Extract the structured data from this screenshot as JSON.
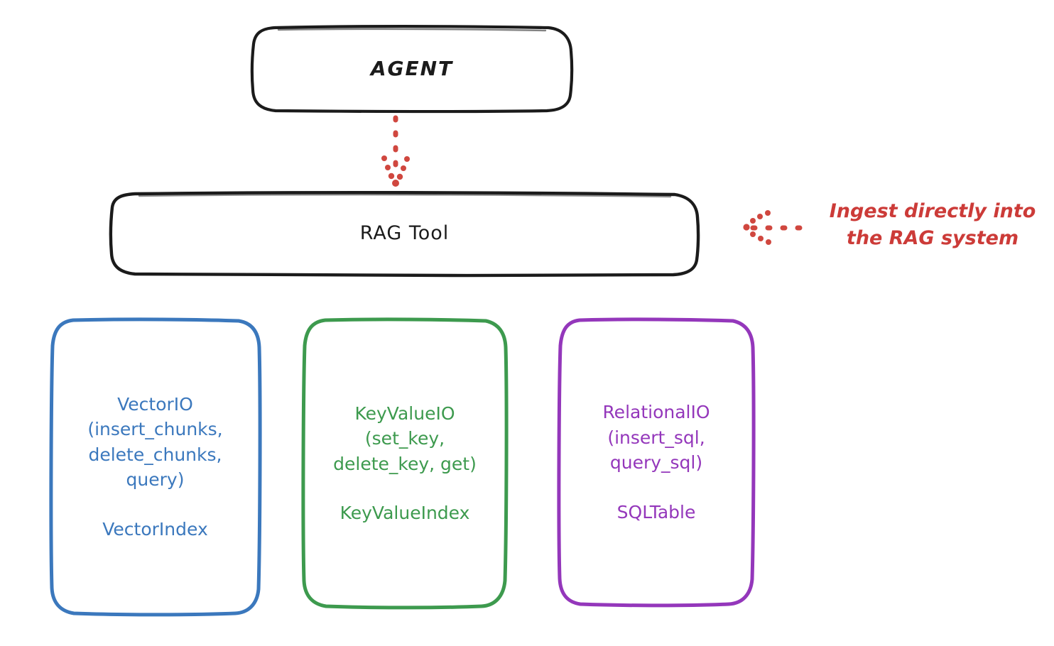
{
  "diagram": {
    "title": "RAG Tool architecture diagram",
    "colors": {
      "outline": "#1b1b1b",
      "vector": "#3b78bd",
      "keyvalue": "#3d9a4e",
      "relational": "#9437bb",
      "annotation": "#cc3b38",
      "background": "#ffffff"
    },
    "nodes": {
      "agent": {
        "label": "AGENT"
      },
      "rag_tool": {
        "label": "RAG Tool"
      },
      "vector": {
        "api_label": "VectorIO\n(insert_chunks,\ndelete_chunks,\nquery)",
        "index_label": "VectorIndex"
      },
      "keyvalue": {
        "api_label": "KeyValueIO\n(set_key,\ndelete_key, get)",
        "index_label": "KeyValueIndex"
      },
      "relational": {
        "api_label": "RelationalIO\n(insert_sql,\nquery_sql)",
        "index_label": "SQLTable"
      }
    },
    "annotations": {
      "ingest": "Ingest directly into\nthe RAG system"
    },
    "edges": {
      "agent_to_rag": "dotted-arrow-down",
      "ingest_to_rag": "dotted-arrow-left"
    }
  }
}
